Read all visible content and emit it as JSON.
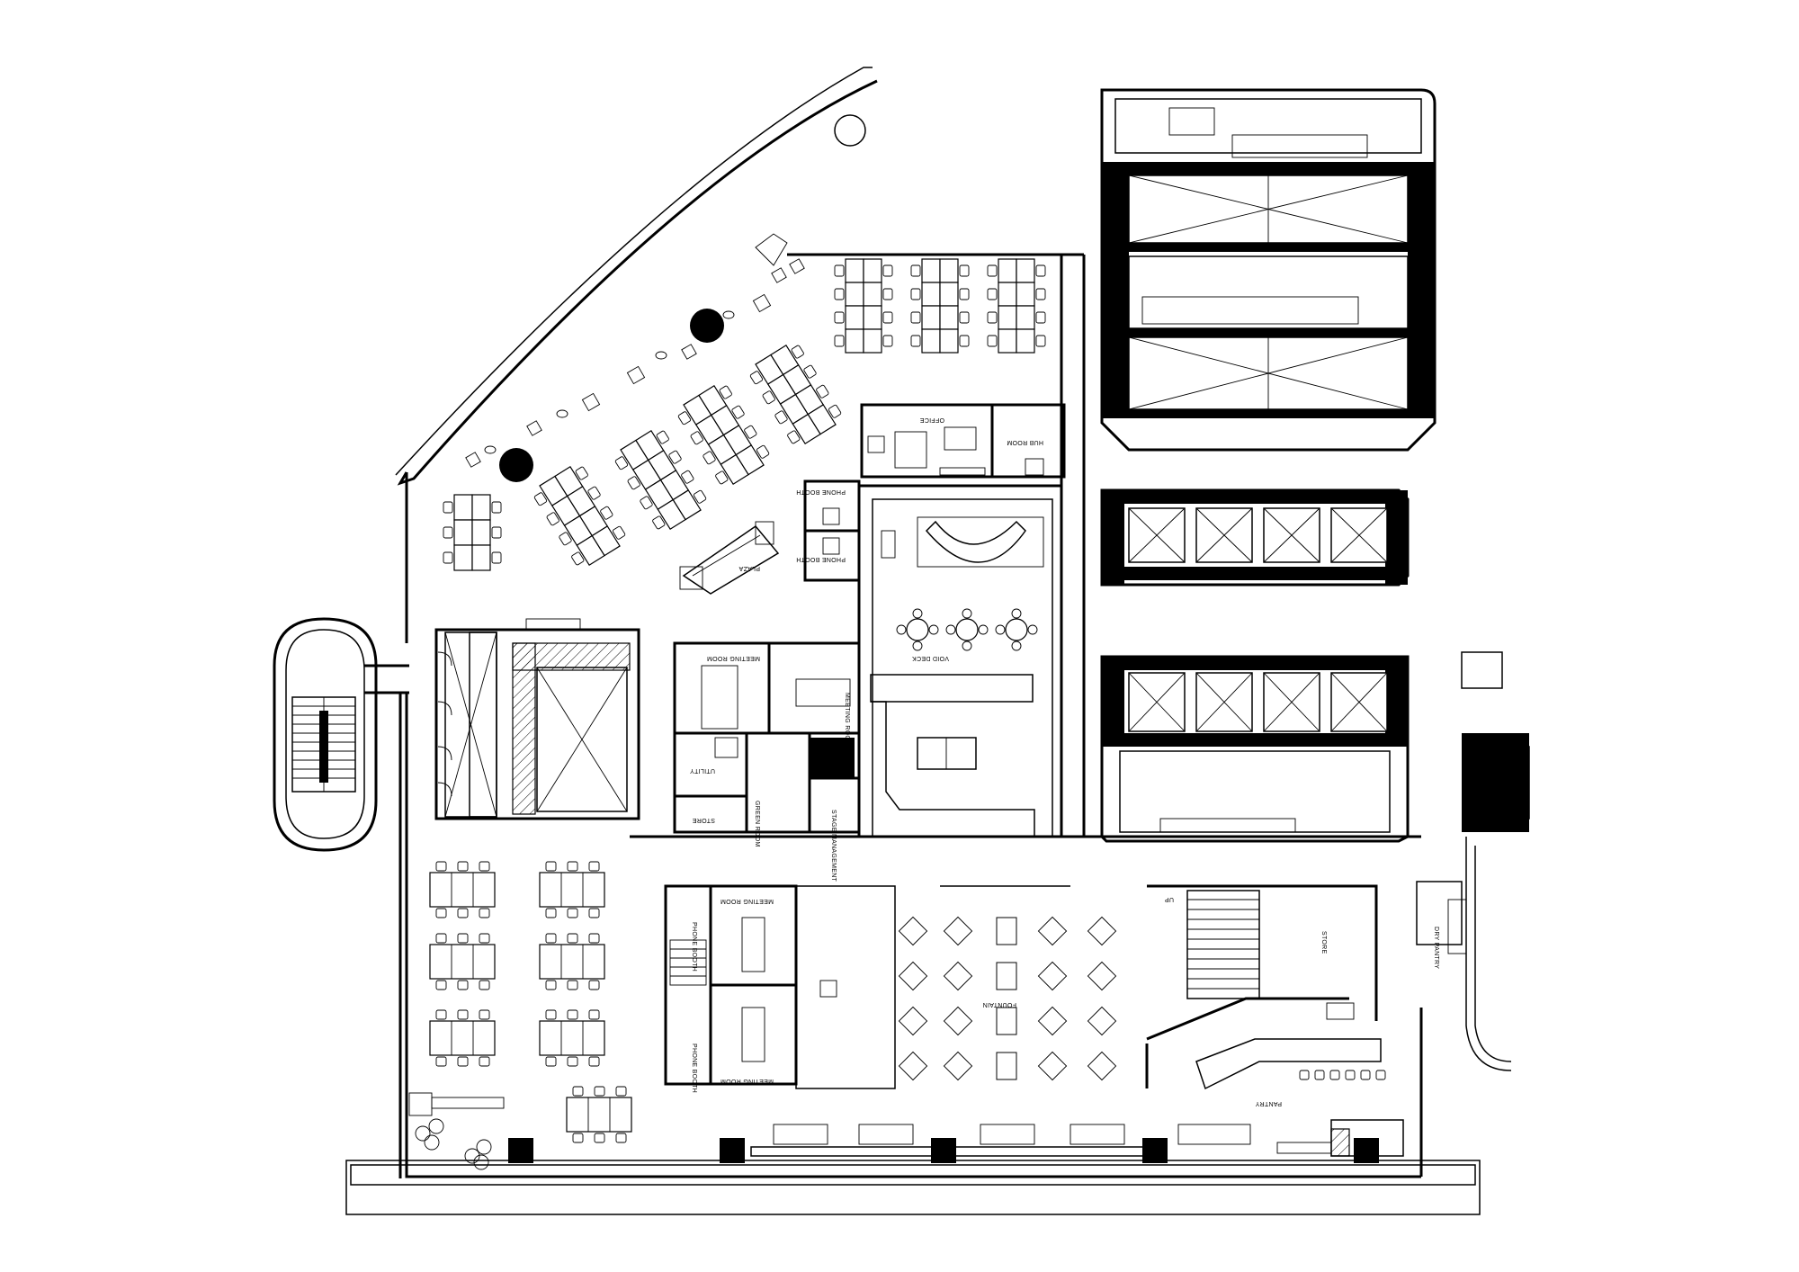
{
  "rooms": {
    "plaza": "PLAZA",
    "office": "OFFICE",
    "hub_room": "HUB ROOM",
    "phone_booth_1": "PHONE BOOTH",
    "phone_booth_2": "PHONE BOOTH",
    "meeting_room_1": "MEETING ROOM",
    "meeting_room_2": "MEETING ROOM",
    "void_deck": "VOID DECK",
    "utility": "UTILITY",
    "green_room": "GREEN ROOM",
    "store_1": "STORE",
    "stage_management": "STAGE MANAGEMENT",
    "meeting_room_3": "MEETING ROOM",
    "meeting_room_4": "MEETING ROOM",
    "phone_booth_3": "PHONE BOOTH",
    "phone_booth_4": "PHONE BOOTH",
    "fountain": "FOUNTAIN",
    "up": "UP",
    "store_2": "STORE",
    "pantry": "PANTRY",
    "dry_pantry": "DRY PANTRY"
  }
}
